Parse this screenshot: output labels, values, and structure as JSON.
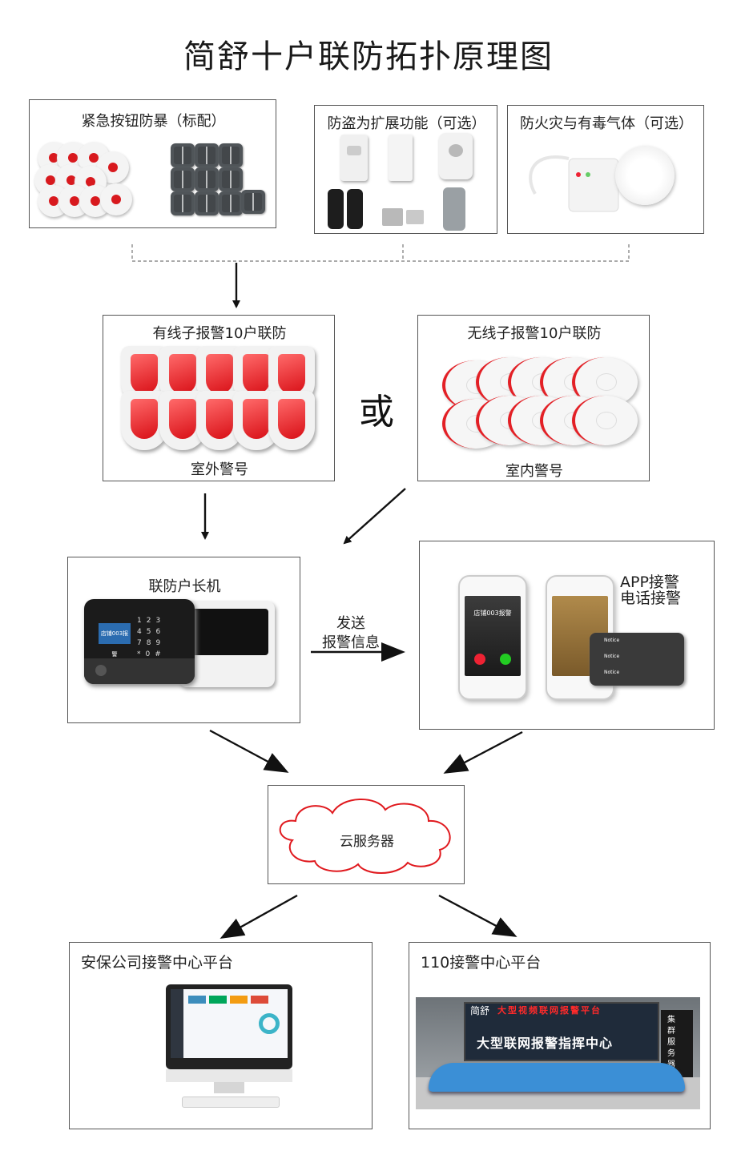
{
  "title": "简舒十户联防拓扑原理图",
  "panels": {
    "panic": "紧急按钮防暴（标配）",
    "theft": "防盗为扩展功能（可选）",
    "fire": "防火灾与有毒气体（可选）",
    "wired": "有线子报警10户联防",
    "wireless": "无线子报警10户联防",
    "outdoor": "室外警号",
    "indoor": "室内警号",
    "or": "或",
    "host": "联防户长机",
    "send_line1": "发送",
    "send_line2": "报警信息",
    "app_line1": "APP接警",
    "app_line2": "电话接警",
    "cloud": "云服务器",
    "security": "安保公司接警中心平台",
    "police": "110接警中心平台"
  },
  "device_screens": {
    "host_screen": "店铺003报警",
    "phone_call": "店铺003报警",
    "notice": "Notice"
  },
  "control_room": {
    "banner_top": "大型视频联网报警平台",
    "banner_main": "大型联网报警指挥中心",
    "brand": "简舒",
    "side_sign": "集群服务器"
  },
  "colors": {
    "alert_red": "#d8191e",
    "cloud_red": "#e0191e",
    "console_blue": "#3b8fd6"
  }
}
